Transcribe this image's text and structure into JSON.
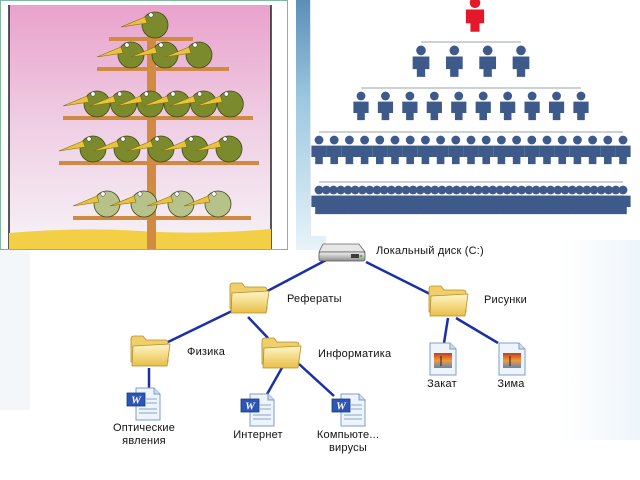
{
  "left_illustration": {
    "name": "birds-on-tree-hierarchy-cartoon",
    "tiers": [
      1,
      3,
      6,
      5,
      4
    ],
    "colors": {
      "sky_top": "#e39ac6",
      "sky_bottom": "#f4f0f6",
      "ground": "#f4d24a",
      "trunk": "#d08a42",
      "bird": "#7a8a2c",
      "beak": "#e8c43a"
    }
  },
  "right_illustration": {
    "name": "people-org-chart-pyramid",
    "levels": [
      1,
      4,
      10,
      21,
      43
    ],
    "colors": {
      "leader": "#e3192b",
      "people": "#3d5a8a",
      "lines": "#9aa3ad"
    }
  },
  "file_tree": {
    "line_color": "#1a2fa8",
    "root": {
      "label": "Локальный диск (C:)",
      "icon": "hard-drive-icon"
    },
    "folders": [
      {
        "id": "referaty",
        "label": "Рефераты",
        "icon": "folder-icon"
      },
      {
        "id": "risunki",
        "label": "Рисунки",
        "icon": "folder-icon"
      },
      {
        "id": "fizika",
        "label": "Физика",
        "icon": "folder-icon"
      },
      {
        "id": "informatika",
        "label": "Информатика",
        "icon": "folder-icon"
      }
    ],
    "files": [
      {
        "id": "optika",
        "label_line1": "Оптические",
        "label_line2": "явления",
        "icon": "word-document-icon"
      },
      {
        "id": "internet",
        "label_line1": "Интернет",
        "icon": "word-document-icon"
      },
      {
        "id": "viruses",
        "label_line1": "Компьюте...",
        "label_line2": "вирусы",
        "icon": "word-document-icon"
      },
      {
        "id": "zakat",
        "label_line1": "Закат",
        "icon": "image-file-icon"
      },
      {
        "id": "zima",
        "label_line1": "Зима",
        "icon": "image-file-icon"
      }
    ]
  }
}
